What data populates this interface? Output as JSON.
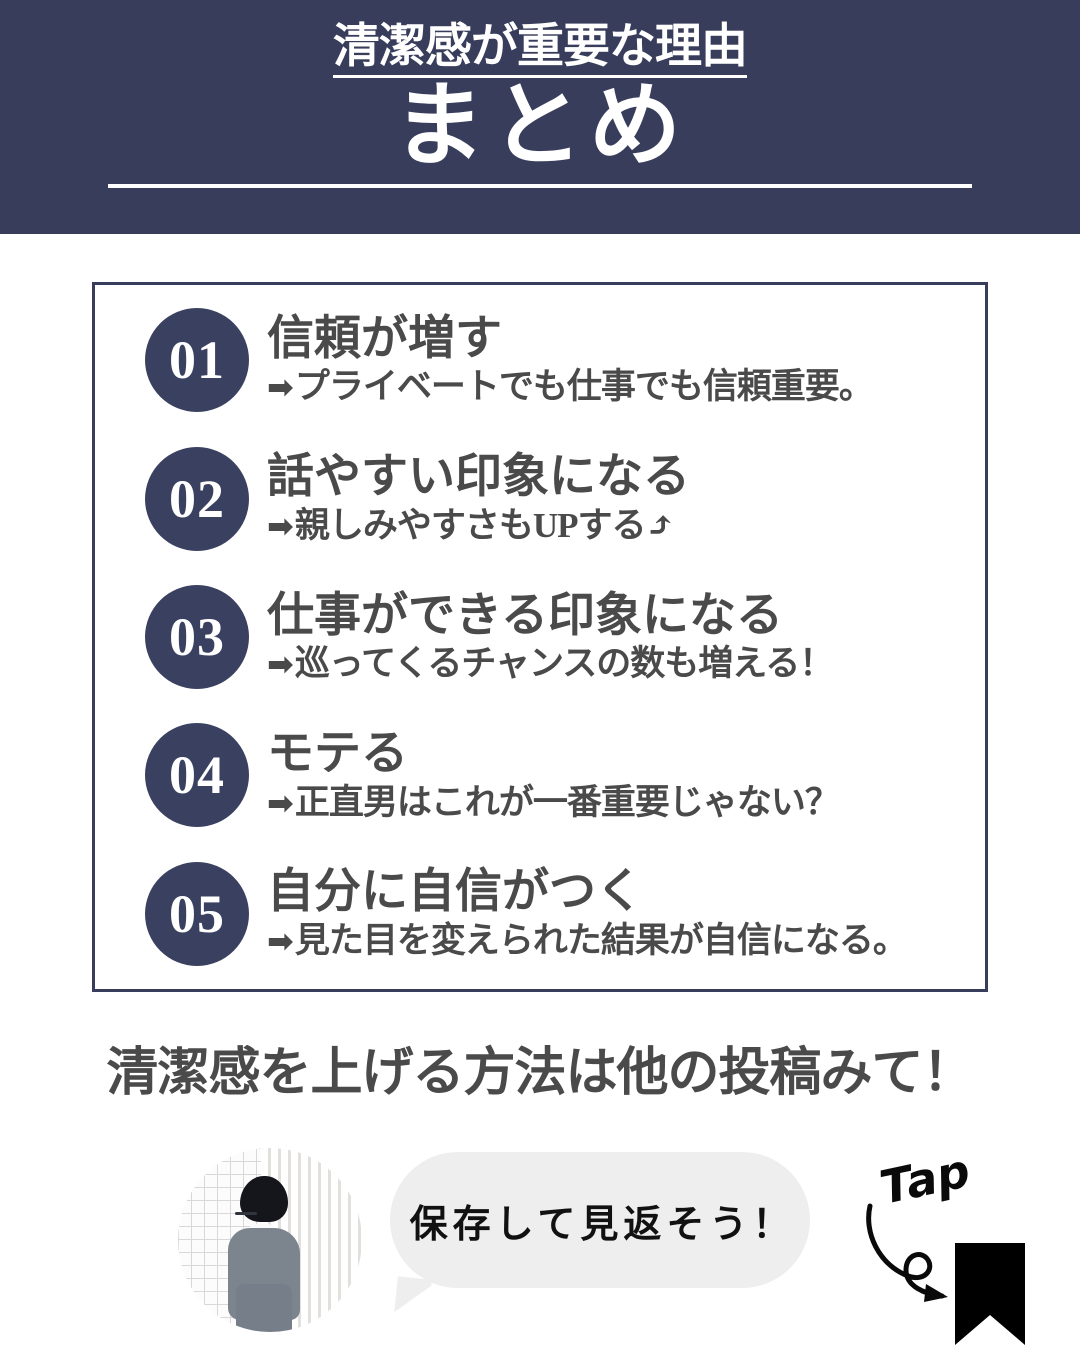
{
  "header": {
    "subtitle": "清潔感が重要な理由",
    "title": "まとめ",
    "bg_color": "#383d5c",
    "text_color": "#ffffff"
  },
  "list": {
    "border_color": "#383d5c",
    "badge_color": "#3a4060",
    "text_color": "#4a4a4a",
    "arrow_glyph": "➡",
    "items": [
      {
        "number": "01",
        "title": "信頼が増す",
        "sub": "プライベートでも仕事でも信頼重要。"
      },
      {
        "number": "02",
        "title": "話やすい印象になる",
        "sub": "親しみやすさもUPする⤴"
      },
      {
        "number": "03",
        "title": "仕事ができる印象になる",
        "sub": "巡ってくるチャンスの数も増える！"
      },
      {
        "number": "04",
        "title": "モテる",
        "sub": "正直男はこれが一番重要じゃない？"
      },
      {
        "number": "05",
        "title": "自分に自信がつく",
        "sub": "見た目を変えられた結果が自信になる。"
      }
    ]
  },
  "cta": {
    "line": "清潔感を上げる方法は他の投稿みて！"
  },
  "footer": {
    "bubble_text": "保存して見返そう！",
    "bubble_color": "#eeeeee",
    "tap_label": "Tap",
    "bookmark_color": "#000000",
    "avatar_alt": "横向きに立つグレーのセーターの男性"
  }
}
